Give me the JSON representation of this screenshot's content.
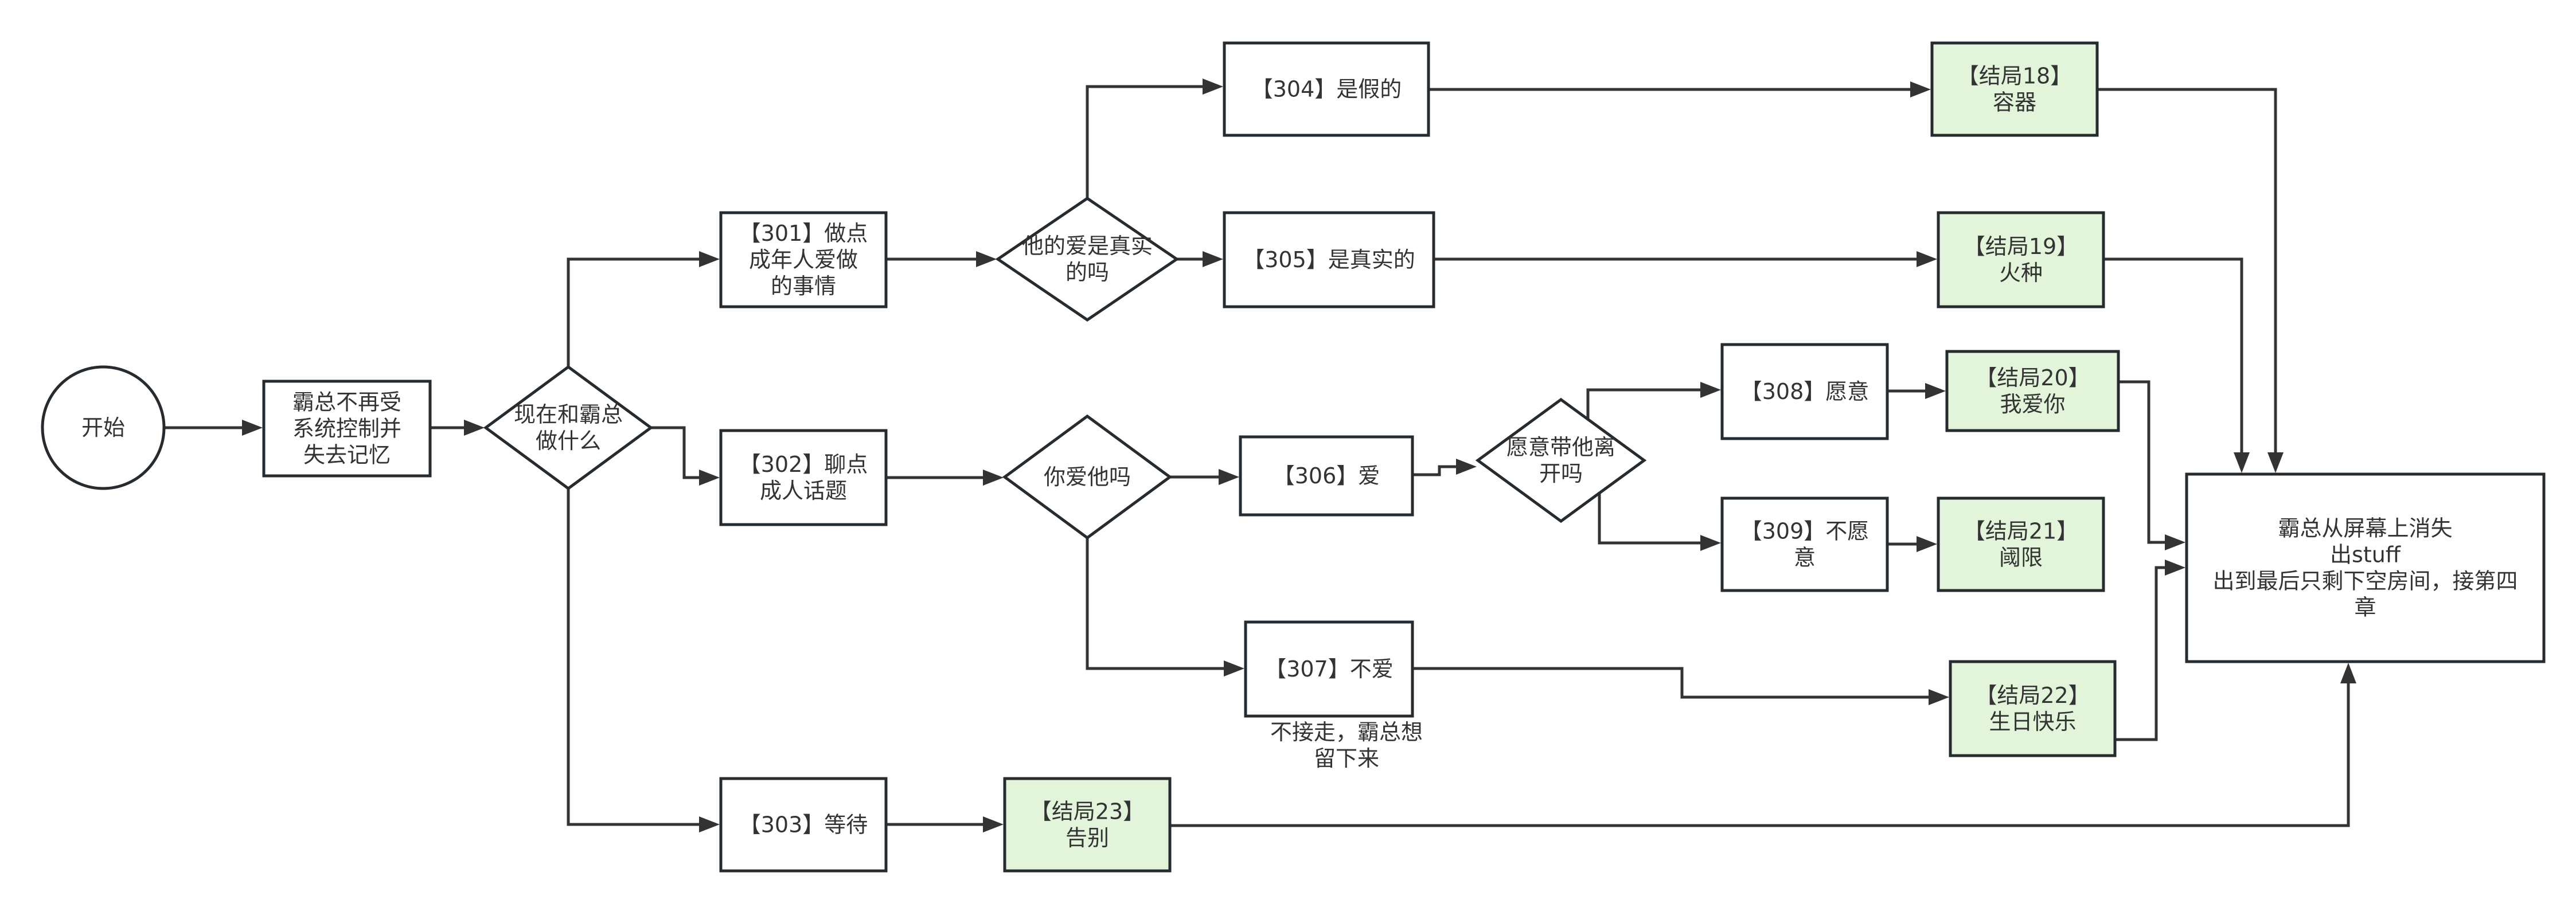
{
  "title": "",
  "colors": {
    "stroke": "#262b30",
    "ending_fill": "#e2f5da",
    "node_fill": "#ffffff",
    "text": "#333333"
  },
  "nodes": {
    "start": {
      "type": "start",
      "lines": [
        "开始"
      ]
    },
    "intro": {
      "type": "process",
      "lines": [
        "霸总不再受",
        "系统控制并",
        "失去记忆"
      ]
    },
    "q_what": {
      "type": "decision",
      "lines": [
        "现在和霸总",
        "做什么"
      ]
    },
    "n301": {
      "type": "process",
      "lines": [
        "【301】做点",
        "成年人爱做",
        "的事情"
      ]
    },
    "q_real": {
      "type": "decision",
      "lines": [
        "他的爱是真实",
        "的吗"
      ]
    },
    "n304": {
      "type": "process",
      "lines": [
        "【304】是假的"
      ]
    },
    "n305": {
      "type": "process",
      "lines": [
        "【305】是真实的"
      ]
    },
    "end18": {
      "type": "ending",
      "lines": [
        "【结局18】",
        "容器"
      ]
    },
    "end19": {
      "type": "ending",
      "lines": [
        "【结局19】",
        "火种"
      ]
    },
    "n302": {
      "type": "process",
      "lines": [
        "【302】聊点",
        "成人话题"
      ]
    },
    "q_love": {
      "type": "decision",
      "lines": [
        "你爱他吗"
      ]
    },
    "n306": {
      "type": "process",
      "lines": [
        "【306】爱"
      ]
    },
    "q_leave": {
      "type": "decision",
      "lines": [
        "愿意带他离",
        "开吗"
      ]
    },
    "n308": {
      "type": "process",
      "lines": [
        "【308】愿意"
      ]
    },
    "n309": {
      "type": "process",
      "lines": [
        "【309】不愿",
        "意"
      ]
    },
    "end20": {
      "type": "ending",
      "lines": [
        "【结局20】",
        "我爱你"
      ]
    },
    "end21": {
      "type": "ending",
      "lines": [
        "【结局21】",
        "阈限"
      ]
    },
    "n307": {
      "type": "process",
      "lines": [
        "【307】不爱"
      ]
    },
    "end22": {
      "type": "ending",
      "lines": [
        "【结局22】",
        "生日快乐"
      ]
    },
    "n303": {
      "type": "process",
      "lines": [
        "【303】等待"
      ]
    },
    "end23": {
      "type": "ending",
      "lines": [
        "【结局23】",
        "告别"
      ]
    },
    "final": {
      "type": "process",
      "lines": [
        "霸总从屏幕上消失",
        "出stuff",
        "出到最后只剩下空房间，接第四",
        "章"
      ]
    }
  },
  "annotations": {
    "n307_note": {
      "lines": [
        "不接走，霸总想",
        "留下来"
      ]
    }
  },
  "edges": [
    {
      "from": "start",
      "to": "intro"
    },
    {
      "from": "intro",
      "to": "q_what"
    },
    {
      "from": "q_what",
      "to": "n301"
    },
    {
      "from": "q_what",
      "to": "n302"
    },
    {
      "from": "q_what",
      "to": "n303"
    },
    {
      "from": "n301",
      "to": "q_real"
    },
    {
      "from": "q_real",
      "to": "n304"
    },
    {
      "from": "q_real",
      "to": "n305"
    },
    {
      "from": "n304",
      "to": "end18"
    },
    {
      "from": "n305",
      "to": "end19"
    },
    {
      "from": "n302",
      "to": "q_love"
    },
    {
      "from": "q_love",
      "to": "n306"
    },
    {
      "from": "q_love",
      "to": "n307"
    },
    {
      "from": "n306",
      "to": "q_leave"
    },
    {
      "from": "q_leave",
      "to": "n308"
    },
    {
      "from": "q_leave",
      "to": "n309"
    },
    {
      "from": "n308",
      "to": "end20"
    },
    {
      "from": "n309",
      "to": "end21"
    },
    {
      "from": "n307",
      "to": "end22"
    },
    {
      "from": "n303",
      "to": "end23"
    },
    {
      "from": "end18",
      "to": "final"
    },
    {
      "from": "end19",
      "to": "final"
    },
    {
      "from": "end20",
      "to": "final"
    },
    {
      "from": "end22",
      "to": "final"
    },
    {
      "from": "end23",
      "to": "final"
    }
  ]
}
